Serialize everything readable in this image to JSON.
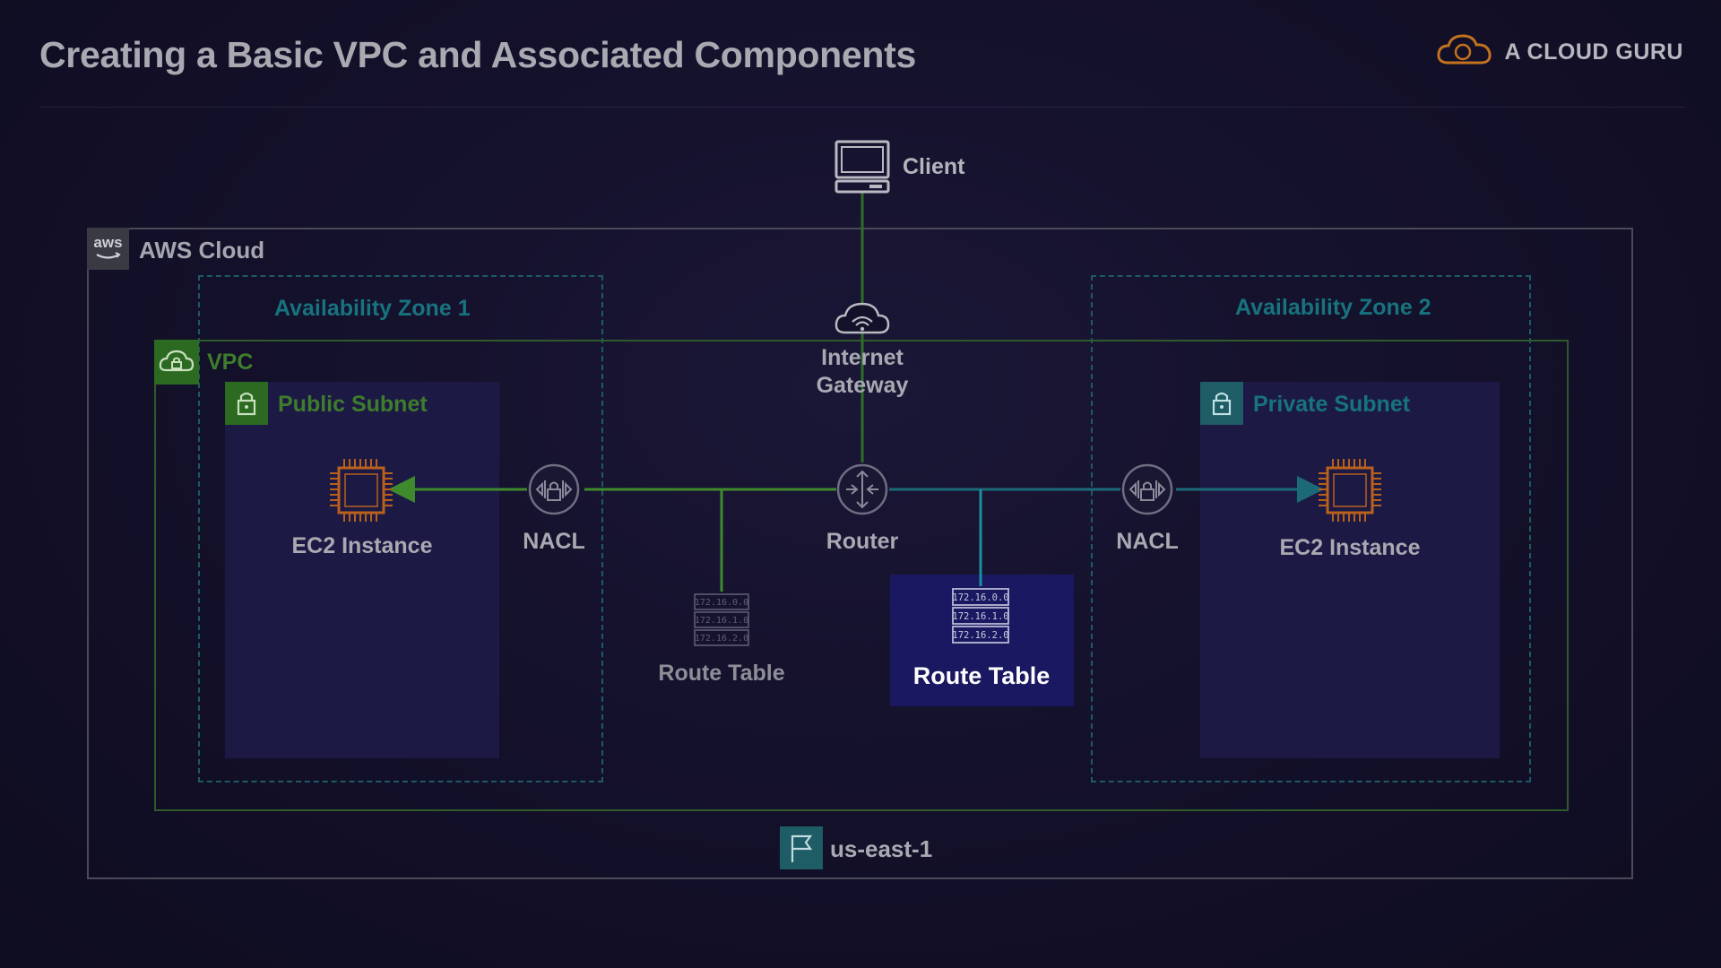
{
  "header": {
    "title": "Creating a Basic VPC and Associated Components",
    "brand": "A CLOUD GURU"
  },
  "diagram": {
    "client": "Client",
    "aws_cloud": "AWS Cloud",
    "aws_badge": "aws",
    "az1": "Availability Zone 1",
    "az2": "Availability Zone 2",
    "vpc": "VPC",
    "public_subnet": "Public Subnet",
    "private_subnet": "Private Subnet",
    "igw_line1": "Internet",
    "igw_line2": "Gateway",
    "ec2_left": "EC2 Instance",
    "ec2_right": "EC2 Instance",
    "nacl_left": "NACL",
    "nacl_right": "NACL",
    "router": "Router",
    "route_table_public": "Route Table",
    "route_table_private": "Route Table",
    "route_entries": [
      "172.16.0.0",
      "172.16.1.0",
      "172.16.2.0"
    ],
    "region": "us-east-1"
  },
  "colors": {
    "public_path": "#3f8a2c",
    "private_path": "#1c6a78",
    "ec2": "#b8601c",
    "route_table_highlight": "#1a1860"
  },
  "icons": [
    "cloud-logo-icon",
    "monitor-icon",
    "aws-logo-icon",
    "internet-gateway-icon",
    "vpc-cloud-lock-icon",
    "lock-icon",
    "chip-icon",
    "nacl-icon",
    "router-icon",
    "route-table-icon",
    "flag-icon"
  ]
}
